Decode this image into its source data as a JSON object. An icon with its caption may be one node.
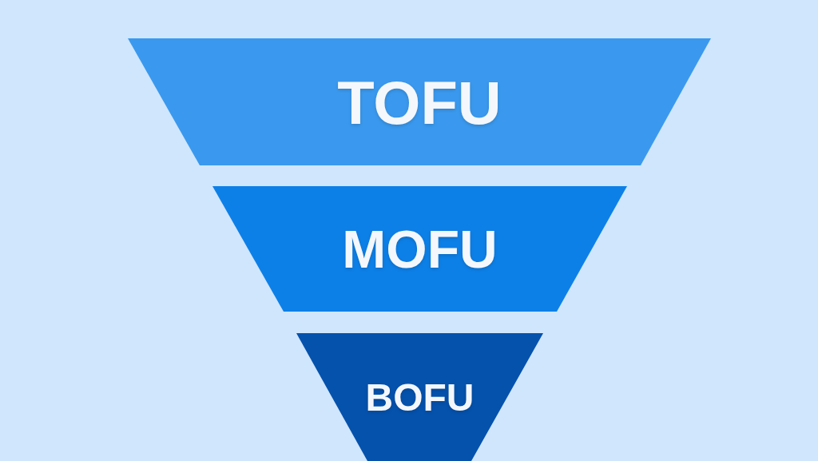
{
  "diagram": {
    "nodes": [
      {
        "text": [
          "TOFU"
        ]
      },
      {
        "text": [
          "MOFU"
        ]
      },
      {
        "text": [
          "BOFU"
        ]
      }
    ]
  }
}
